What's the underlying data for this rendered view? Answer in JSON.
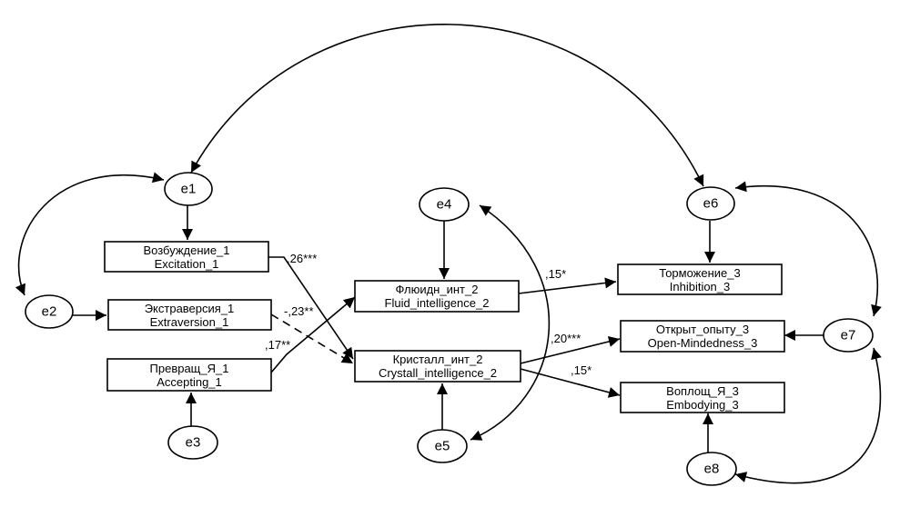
{
  "observed": {
    "excitation": {
      "line1": "Возбуждение_1",
      "line2": "Excitation_1"
    },
    "extraversion": {
      "line1": "Экстраверсия_1",
      "line2": "Extraversion_1"
    },
    "accepting": {
      "line1": "Превращ_Я_1",
      "line2": "Accepting_1"
    },
    "fluid": {
      "line1": "Флюидн_инт_2",
      "line2": "Fluid_intelligence_2"
    },
    "crystall": {
      "line1": "Кристалл_инт_2",
      "line2": "Crystall_intelligence_2"
    },
    "inhibition": {
      "line1": "Торможение_3",
      "line2": "Inhibition_3"
    },
    "openness": {
      "line1": "Открыт_опыту_3",
      "line2": "Open-Mindedness_3"
    },
    "embodying": {
      "line1": "Воплощ_Я_3",
      "line2": "Embodying_3"
    }
  },
  "errors": {
    "e1": "e1",
    "e2": "e2",
    "e3": "e3",
    "e4": "e4",
    "e5": "e5",
    "e6": "e6",
    "e7": "e7",
    "e8": "e8"
  },
  "paths": {
    "excitation_to_crystall": {
      "label": ",26***",
      "style": "solid"
    },
    "extraversion_to_crystall": {
      "label": "-,23**",
      "style": "dashed"
    },
    "accepting_to_fluid": {
      "label": ",17**",
      "style": "solid"
    },
    "fluid_to_inhibition": {
      "label": ",15*",
      "style": "solid"
    },
    "crystall_to_openness": {
      "label": ",20***",
      "style": "solid"
    },
    "crystall_to_embodying": {
      "label": ",15*",
      "style": "solid"
    }
  },
  "covariances": [
    "e1-e2",
    "e1-e6",
    "e4-e5",
    "e6-e7",
    "e7-e8"
  ]
}
